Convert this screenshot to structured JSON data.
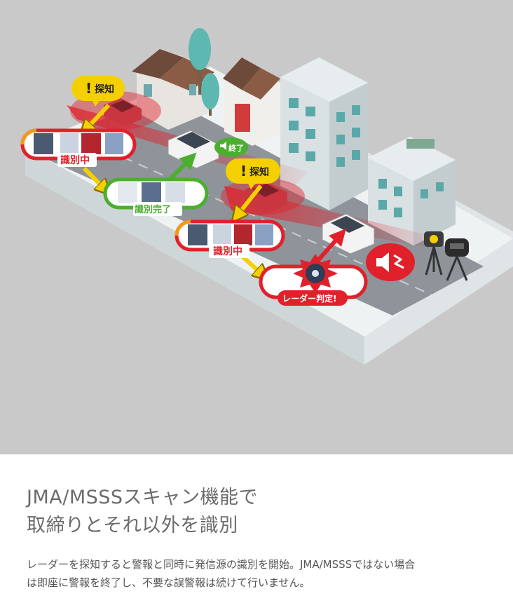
{
  "diagram": {
    "labels": {
      "detect_1": "探知",
      "identifying_1": "識別中",
      "end": "終了",
      "identify_complete": "識別完了",
      "detect_2": "探知",
      "identifying_2": "識別中",
      "radar_judgement": "レーダー判定!"
    },
    "colors": {
      "red": "#e0212c",
      "orange": "#f39a1a",
      "green": "#4cae2f",
      "yellow": "#f5d000",
      "road": "#8e949a",
      "building": "#d9e1e3",
      "window": "#5aa9a8",
      "ground": "#e9eef0"
    },
    "icons": [
      "exclamation-icon",
      "speaker-icon",
      "camera-icon",
      "sound-wave-icon"
    ]
  },
  "content": {
    "heading_line1": "JMA/MSSSスキャン機能で",
    "heading_line2": "取締りとそれ以外を識別",
    "description_line1": "レーダーを探知すると警報と同時に発信源の識別を開始。JMA/MSSSではない場合",
    "description_line2": "は即座に警報を終了し、不要な誤警報は続けて行いません。"
  }
}
